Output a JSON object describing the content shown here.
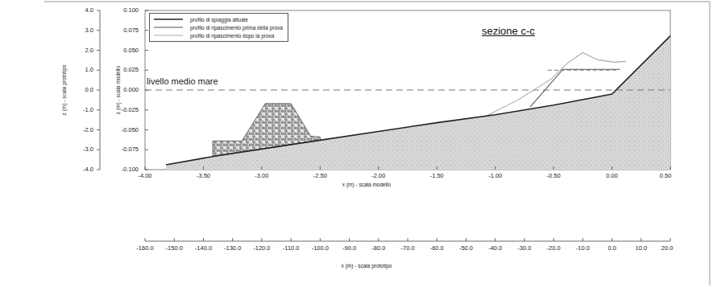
{
  "diagram": {
    "title": "sezione c-c",
    "labels": [
      "livello medio mare",
      "4.0",
      "3.0",
      "2.0",
      "1.0",
      "0.0",
      "-1.0",
      "-2.0",
      "-3.0",
      "-4.0",
      "z (m) - scala prototipo",
      "0.100",
      "0.075",
      "0.050",
      "0.025",
      "0.000",
      "-0.025",
      "-0.050",
      "-0.075",
      "-0.100",
      "z (m) - scala modello",
      "-4.00",
      "-3.50",
      "-3.00",
      "-2.50",
      "-2.00",
      "-1.50",
      "-1.00",
      "-0.50",
      "0.00",
      "0.50",
      "x (m) - scala modello",
      "-160.0",
      "-150.0",
      "-140.0",
      "-130.0",
      "-120.0",
      "-110.0",
      "-100.0",
      "-90.0",
      "-80.0",
      "-70.0",
      "-60.0",
      "-50.0",
      "-40.0",
      "-30.0",
      "-20.0",
      "-10.0",
      "0.0",
      "10.0",
      "20.0",
      "x (m) - scala prototipo"
    ],
    "legend": [
      {
        "text": "profilo di spiaggia attuale"
      },
      {
        "text": "profilo di ripascimento prima della prova"
      },
      {
        "text": "profilo di ripascimento dopo la prova"
      }
    ]
  }
}
